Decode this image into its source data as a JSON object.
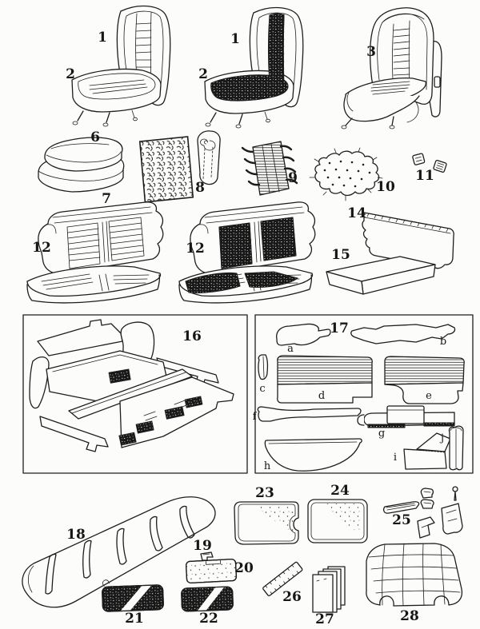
{
  "colors": {
    "paper": "#fcfcfa",
    "ink": "#1e1e1e",
    "dark_upholstery": "#181818"
  },
  "labels": {
    "seat_left_back": "1",
    "seat_left_cushion": "2",
    "seat_mid_back": "1",
    "seat_mid_cushion": "2",
    "seat_recliner": "3",
    "cushion_top": "6",
    "cushion_bottom": "7",
    "wadding": "8",
    "webbing": "9",
    "diaphragm": "10",
    "clips": "11",
    "bench_left": "12",
    "bench_mid": "12",
    "squab": "14",
    "bench_cushion": "15",
    "carpet_set": "16",
    "trim_set": "17",
    "trim_a": "a",
    "trim_b": "b",
    "trim_c": "c",
    "trim_d": "d",
    "trim_e": "e",
    "trim_f": "f",
    "trim_g": "g",
    "trim_h": "h",
    "trim_i": "i",
    "trim_j": "j",
    "headlining": "18",
    "visor_clip": "19",
    "visor_single": "20",
    "visor_left": "21",
    "visor_right": "22",
    "screen_notched": "23",
    "screen_plain": "24",
    "fittings": "25",
    "rail": "26",
    "panels": "27",
    "hood_lining": "28"
  }
}
